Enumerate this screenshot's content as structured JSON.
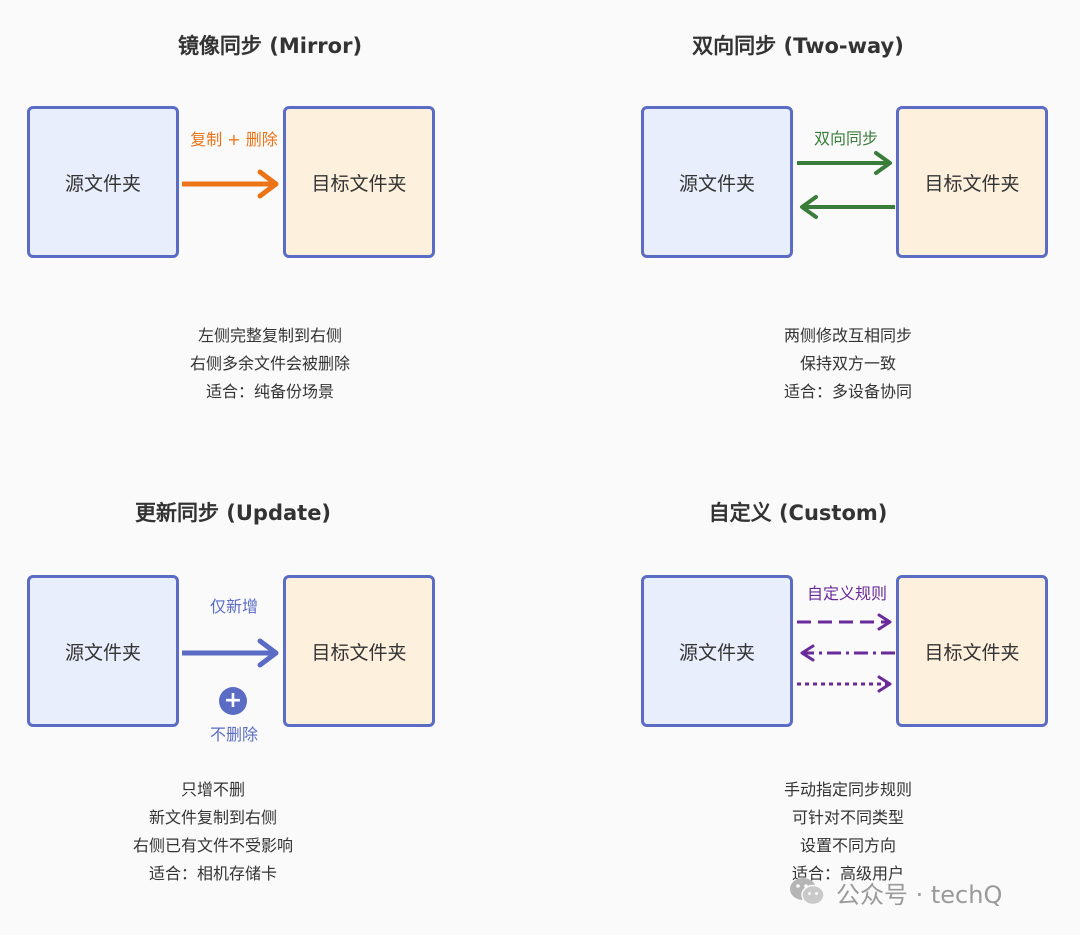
{
  "panels": {
    "mirror": {
      "title": "镜像同步 (Mirror)",
      "source": "源文件夹",
      "target": "目标文件夹",
      "arrow_label": "复制 + 删除",
      "lines": [
        "左侧完整复制到右侧",
        "右侧多余文件会被删除",
        "适合：纯备份场景"
      ]
    },
    "twoway": {
      "title": "双向同步 (Two-way)",
      "source": "源文件夹",
      "target": "目标文件夹",
      "arrow_label": "双向同步",
      "lines": [
        "两侧修改互相同步",
        "保持双方一致",
        "适合：多设备协同"
      ]
    },
    "update": {
      "title": "更新同步 (Update)",
      "source": "源文件夹",
      "target": "目标文件夹",
      "arrow_label": "仅新增",
      "badge": "+",
      "badge_label": "不删除",
      "lines": [
        "只增不删",
        "新文件复制到右侧",
        "右侧已有文件不受影响",
        "适合：相机存储卡"
      ]
    },
    "custom": {
      "title": "自定义 (Custom)",
      "source": "源文件夹",
      "target": "目标文件夹",
      "arrow_label": "自定义规则",
      "lines": [
        "手动指定同步规则",
        "可针对不同类型",
        "设置不同方向",
        "适合：高级用户"
      ]
    }
  },
  "watermark": {
    "text": "公众号 · techQ",
    "icon": "wechat-icon"
  },
  "colors": {
    "box_border": "#5b6cc4",
    "source_fill": "#e8eefc",
    "target_fill": "#fdf0dd",
    "mirror_arrow": "#ec7418",
    "twoway_arrow": "#3a7d3a",
    "update_arrow": "#5b6cc4",
    "custom_arrow": "#6b2a9a"
  }
}
